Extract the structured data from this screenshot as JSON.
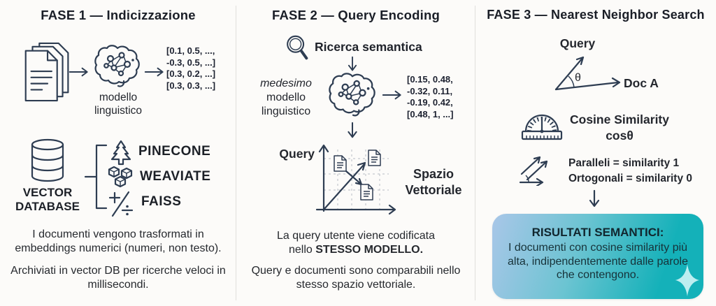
{
  "meta": {
    "background": "#fcfbf9",
    "ink_color": "#2e3d52",
    "text_color": "#24272e",
    "divider_color": "#e0dfdc"
  },
  "phase1": {
    "title": "FASE 1 — Indicizzazione",
    "embedding_vectors": [
      "[0.1, 0.5, ...,",
      "-0.3, 0.5, ...]",
      "[0.3, 0.2, ...]",
      "[0.3, 0.3, ...]"
    ],
    "model_label_lines": [
      "modello",
      "linguistico"
    ],
    "db_label_lines": [
      "VECTOR",
      "DATABASE"
    ],
    "db_options": [
      "PINECONE",
      "WEAVIATE",
      "FAISS"
    ],
    "caption1": "I documenti vengono trasformati in embeddings numerici (numeri, non testo).",
    "caption2": "Archiviati in vector DB per ricerche veloci in millisecondi."
  },
  "phase2": {
    "title": "FASE 2 — Query Encoding",
    "search_label": "Ricerca semantica",
    "model_label_lines": [
      "medesimo",
      "modello",
      "linguistico"
    ],
    "query_vectors": [
      "[0.15, 0.48,",
      "-0.32, 0.11,",
      "-0.19, 0.42,",
      "[0.48, 1, ...]"
    ],
    "chart_query_label": "Query",
    "space_label_lines": [
      "Spazio",
      "Vettoriale"
    ],
    "caption1_line1": "La query utente viene codificata",
    "caption1_line2_normal": "nello ",
    "caption1_line2_bold": "STESSO MODELLO.",
    "caption2": "Query e documenti sono comparabili nello stesso spazio vettoriale."
  },
  "phase3": {
    "title": "FASE 3 — Nearest Neighbor Search",
    "vector_query_label": "Query",
    "angle_label": "θ",
    "doc_a_label": "Doc A",
    "cosine_title": "Cosine Similarity",
    "cosine_formula": "cosθ",
    "parallel_label": "Paralleli = similarity 1",
    "orthogonal_label": "Ortogonali = similarity 0",
    "result": {
      "title": "RISULTATI SEMANTICI:",
      "body": "I documenti con cosine similarity più alta, indipendentemente dalle parole che contengono.",
      "gradient_start": "#a9c6e8",
      "gradient_end": "#14b1b9"
    }
  }
}
